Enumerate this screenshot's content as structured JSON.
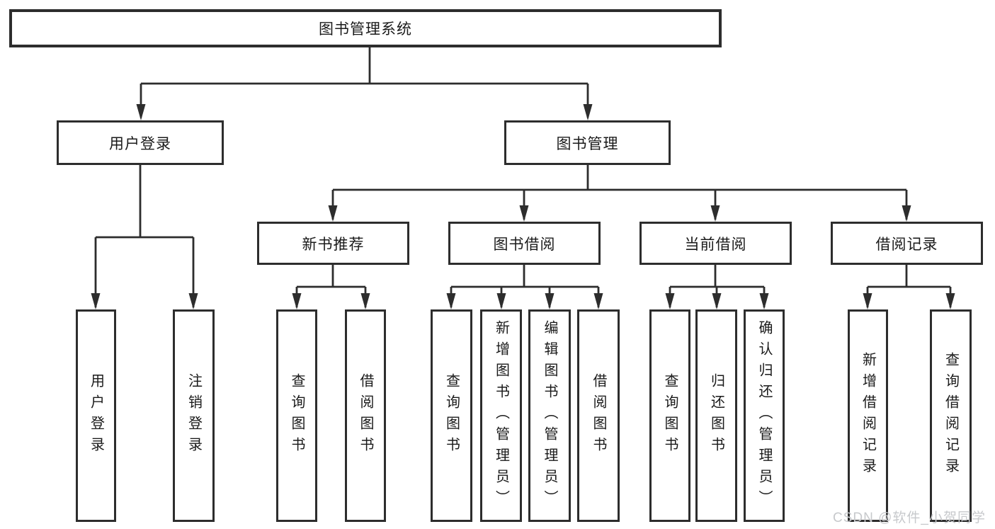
{
  "colors": {
    "line": "#2d2d2d",
    "box_border": "#2d2d2d",
    "text": "#1a1a1a",
    "watermark": "#c7c9cc",
    "background": "#ffffff"
  },
  "watermark": {
    "text": "CSDN @软件_小贺同学"
  },
  "diagram": {
    "root": {
      "label": "图书管理系统"
    },
    "branches": [
      {
        "label": "用户登录",
        "children": [
          {
            "label": "用户登录"
          },
          {
            "label": "注销登录"
          }
        ]
      },
      {
        "label": "图书管理",
        "children": [
          {
            "label": "新书推荐",
            "children": [
              {
                "label": "查询图书"
              },
              {
                "label": "借阅图书"
              }
            ]
          },
          {
            "label": "图书借阅",
            "children": [
              {
                "label": "查询图书"
              },
              {
                "label": "新增图书（管理员）"
              },
              {
                "label": "编辑图书（管理员）"
              },
              {
                "label": "借阅图书"
              }
            ]
          },
          {
            "label": "当前借阅",
            "children": [
              {
                "label": "查询图书"
              },
              {
                "label": "归还图书"
              },
              {
                "label": "确认归还（管理员）"
              }
            ]
          },
          {
            "label": "借阅记录",
            "children": [
              {
                "label": "新增借阅记录"
              },
              {
                "label": "查询借阅记录"
              }
            ]
          }
        ]
      }
    ]
  }
}
